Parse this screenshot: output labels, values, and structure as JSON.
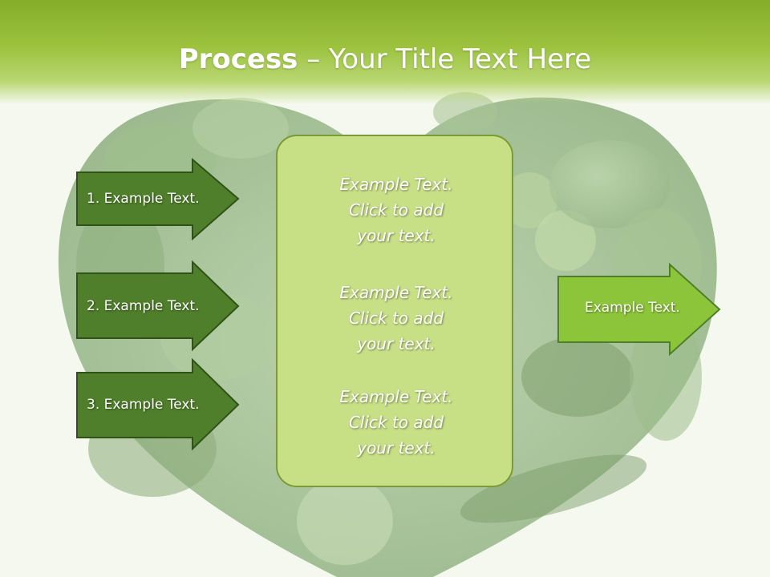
{
  "title": {
    "bold": "Process",
    "rest": " – Your Title Text Here"
  },
  "left_steps": [
    {
      "label": "1. Example Text."
    },
    {
      "label": "2. Example Text."
    },
    {
      "label": "3. Example Text."
    }
  ],
  "center_box": {
    "paragraphs": [
      {
        "line1": "Example Text.",
        "line2": "Click  to add",
        "line3": "your text."
      },
      {
        "line1": "Example Text.",
        "line2": "Click  to add",
        "line3": "your text."
      },
      {
        "line1": "Example Text.",
        "line2": "Click  to add",
        "line3": "your text."
      }
    ]
  },
  "right_arrow": {
    "label": "Example Text."
  },
  "colors": {
    "title_bar": "#9cc23e",
    "dark_arrow": "#4f7f2a",
    "light_arrow": "#8cc43a",
    "center_box": "#c7df85"
  }
}
